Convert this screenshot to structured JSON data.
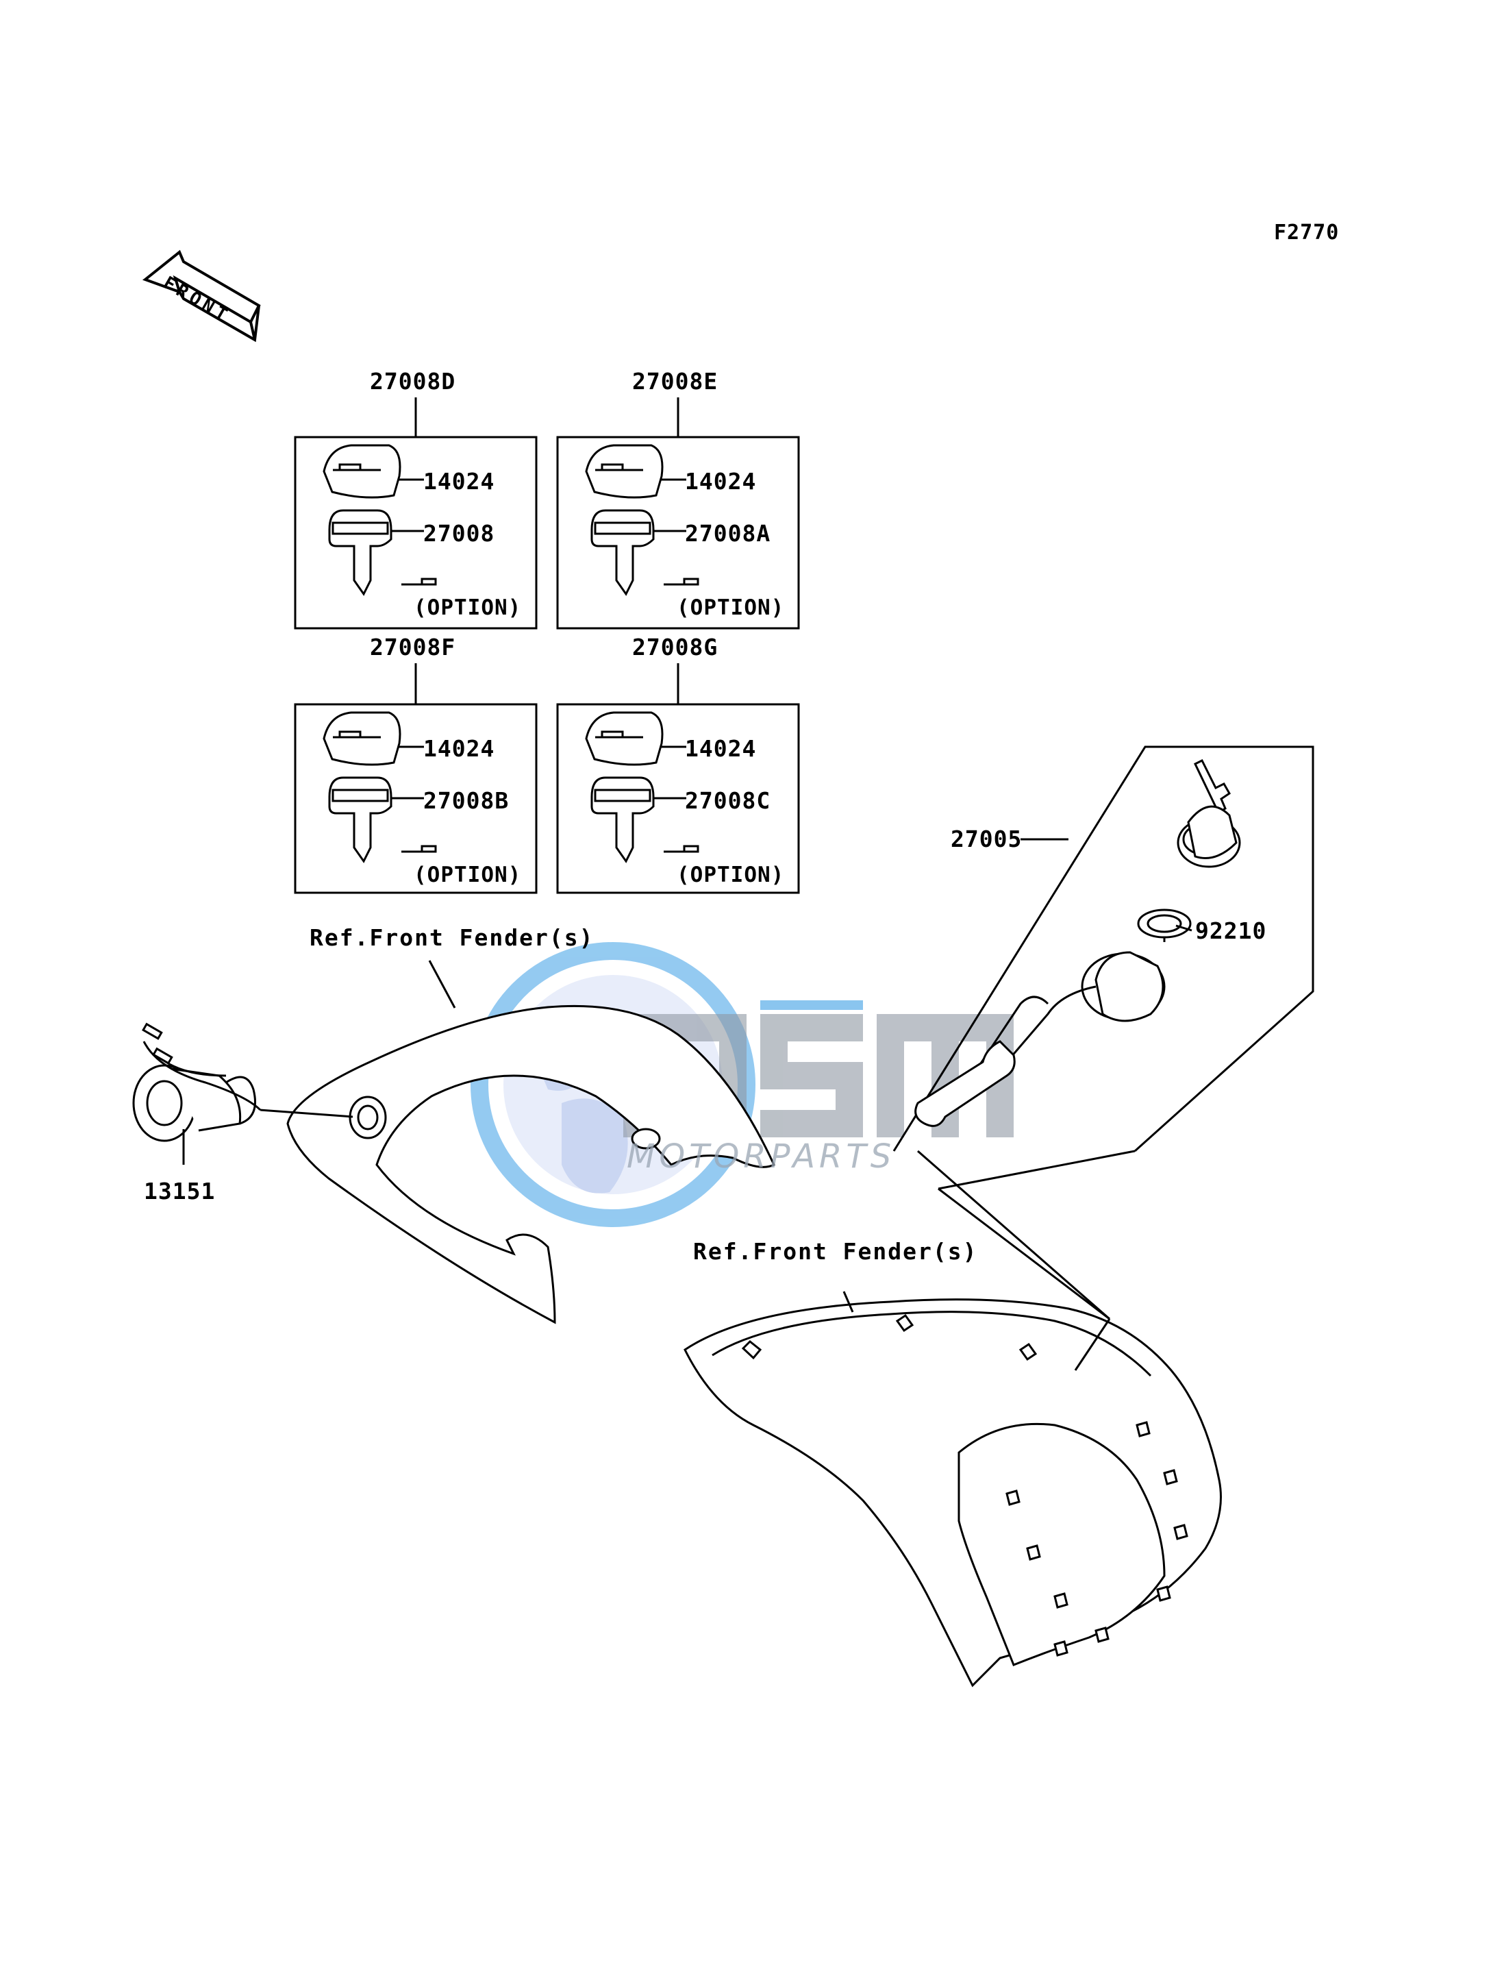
{
  "figure_code": "F2770",
  "direction_arrow": "FRONT",
  "key_sets": [
    {
      "set_number": "27008D",
      "cap_part": "14024",
      "key_part": "27008",
      "note": "(OPTION)"
    },
    {
      "set_number": "27008E",
      "cap_part": "14024",
      "key_part": "27008A",
      "note": "(OPTION)"
    },
    {
      "set_number": "27008F",
      "cap_part": "14024",
      "key_part": "27008B",
      "note": "(OPTION)"
    },
    {
      "set_number": "27008G",
      "cap_part": "14024",
      "key_part": "27008C",
      "note": "(OPTION)"
    }
  ],
  "parts": {
    "ignition_switch": "27005",
    "nut": "92210",
    "socket": "13151"
  },
  "references": {
    "upper_fender": "Ref.Front Fender(s)",
    "lower_fender": "Ref.Front Fender(s)"
  },
  "watermark": {
    "brand": "OSM",
    "tagline": "MOTORPARTS"
  },
  "colors": {
    "line": "#000000",
    "watermark_blue": "#3da0e6",
    "watermark_gray": "#8f98a3"
  }
}
